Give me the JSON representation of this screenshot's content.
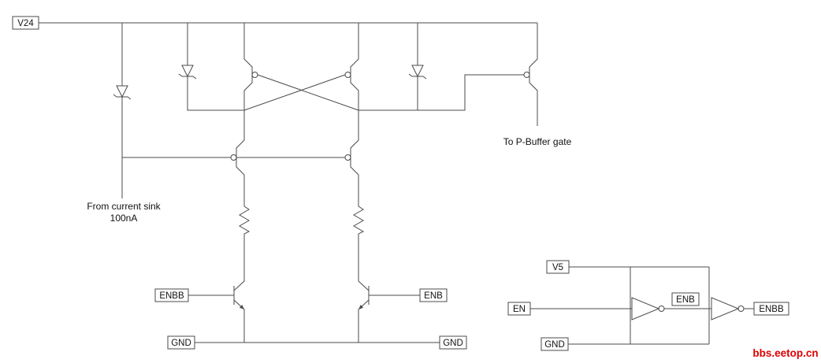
{
  "colors": {
    "wire": "#4b4b4b",
    "text": "#111111",
    "watermark": "#dd0000",
    "background": "#ffffff"
  },
  "main_circuit": {
    "supply_label": "V24",
    "current_sink_line1": "From current sink",
    "current_sink_line2": "100nA",
    "output_label": "To P-Buffer gate",
    "enbb_label": "ENBB",
    "enb_label": "ENB",
    "gnd_left_label": "GND",
    "gnd_right_label": "GND"
  },
  "enable_logic": {
    "supply_label": "V5",
    "input_label": "EN",
    "mid_net_label": "ENB",
    "output_label": "ENBB",
    "gnd_label": "GND"
  },
  "watermark": "bbs.eetop.cn"
}
